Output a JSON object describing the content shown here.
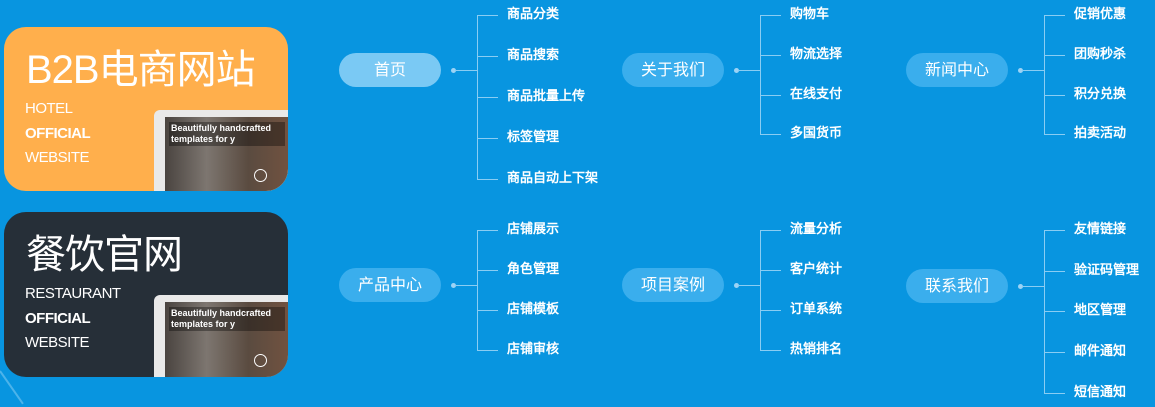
{
  "cards": [
    {
      "title": "B2B电商网站",
      "line1": "HOTEL",
      "line2": "OFFICIAL",
      "line3": "WEBSITE",
      "color": "#ffaf4c",
      "preview_headline": "Beautifully handcrafted templates for y"
    },
    {
      "title": "餐饮官网",
      "line1": "RESTAURANT",
      "line2": "OFFICIAL",
      "line3": "WEBSITE",
      "color": "#262f38",
      "preview_headline": "Beautifully handcrafted templates for y"
    }
  ],
  "groups": [
    {
      "label": "首页",
      "active": true,
      "items": [
        "商品分类",
        "商品搜索",
        "商品批量上传",
        "标签管理",
        "商品自动上下架"
      ]
    },
    {
      "label": "关于我们",
      "items": [
        "购物车",
        "物流选择",
        "在线支付",
        "多国货币"
      ]
    },
    {
      "label": "新闻中心",
      "items": [
        "促销优惠",
        "团购秒杀",
        "积分兑换",
        "拍卖活动"
      ]
    },
    {
      "label": "产品中心",
      "items": [
        "店铺展示",
        "角色管理",
        "店铺模板",
        "店铺审核"
      ]
    },
    {
      "label": "项目案例",
      "items": [
        "流量分析",
        "客户统计",
        "订单系统",
        "热销排名"
      ]
    },
    {
      "label": "联系我们",
      "items": [
        "友情链接",
        "验证码管理",
        "地区管理",
        "邮件通知",
        "短信通知"
      ]
    }
  ],
  "colors": {
    "background": "#0895e0",
    "pill": "#3aaeed",
    "pill_active": "#7ac9f4"
  }
}
